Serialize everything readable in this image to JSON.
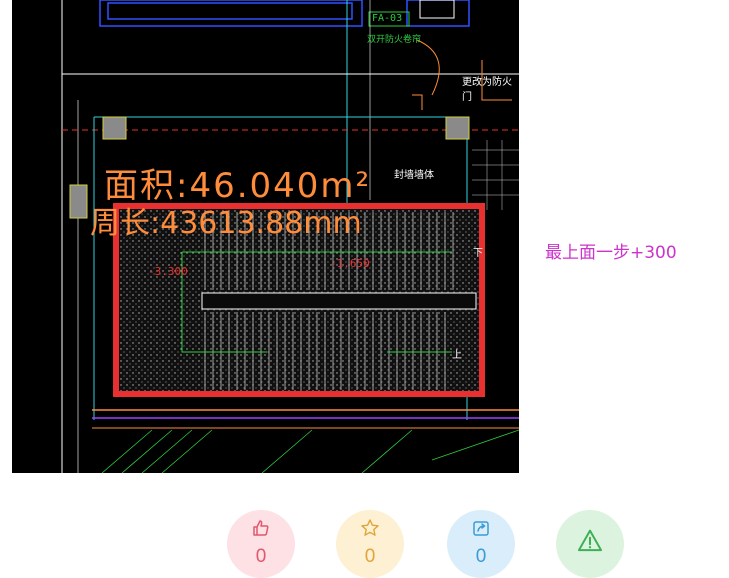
{
  "drawing": {
    "area_text": "面积:46.040m²",
    "perimeter_text": "周长:43613.88mm",
    "label_fa": "FA-03",
    "label_fa_sub": "双开防火卷帘",
    "label_fire_door": "更改为防火门",
    "label_wall": "封墙墙体",
    "elev_left": "-3.300",
    "elev_mid": "-1.650",
    "label_down": "下",
    "label_up": "上",
    "colors": {
      "highlight": "#e83030",
      "cad_bg": "#000000",
      "orange": "#ff8c3a",
      "green": "#2ecc40",
      "cyan": "#2fd3e0"
    }
  },
  "annotation": {
    "text": "最上面一步+300",
    "color": "#cc33cc"
  },
  "actions": {
    "like": {
      "icon": "thumbs-up-icon",
      "count": "0"
    },
    "favorite": {
      "icon": "star-icon",
      "count": "0"
    },
    "share": {
      "icon": "share-icon",
      "count": "0"
    },
    "report": {
      "icon": "warning-icon",
      "count": ""
    }
  }
}
